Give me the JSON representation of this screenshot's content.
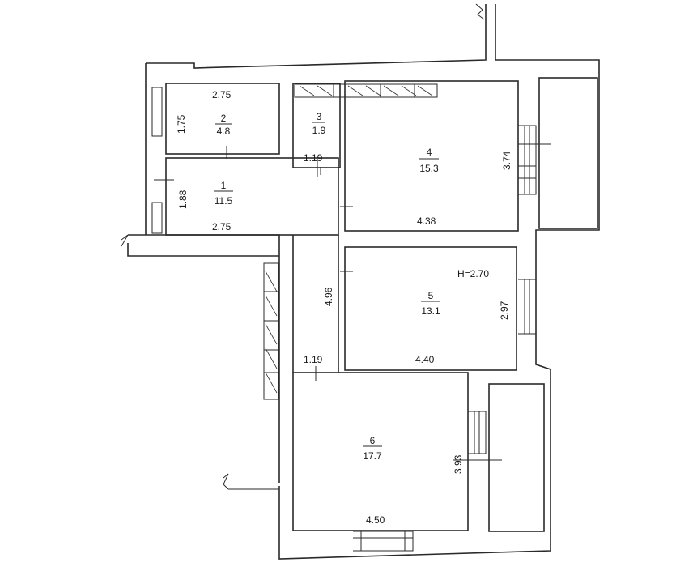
{
  "floor_plan": {
    "ceiling_height": "H=2.70",
    "rooms": [
      {
        "number": "1",
        "area": "11.5"
      },
      {
        "number": "2",
        "area": "4.8"
      },
      {
        "number": "3",
        "area": "1.9"
      },
      {
        "number": "4",
        "area": "15.3"
      },
      {
        "number": "5",
        "area": "13.1"
      },
      {
        "number": "6",
        "area": "17.7"
      }
    ],
    "dimensions": {
      "room2_width": "2.75",
      "room2_height": "1.75",
      "room1_height": "1.88",
      "room1_width": "2.75",
      "room3_width": "1.19",
      "room4_height": "3.74",
      "room4_width": "4.38",
      "corridor_length": "4.96",
      "room5_height": "2.97",
      "room5_width": "4.40",
      "corridor_width": "1.19",
      "room6_height": "3.93",
      "room6_width": "4.50"
    }
  }
}
